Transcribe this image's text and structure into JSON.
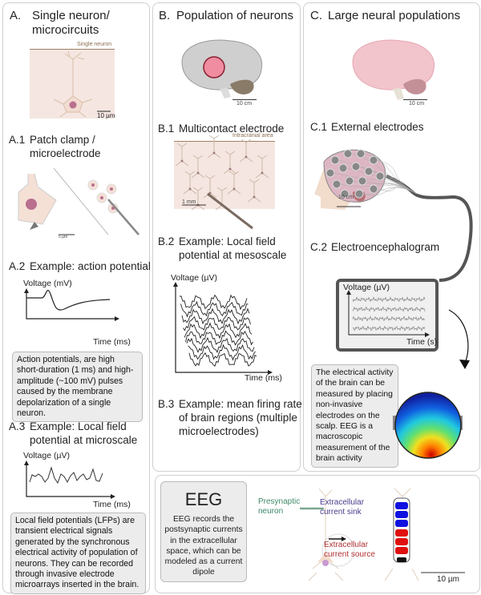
{
  "panel_a": {
    "label": "A.",
    "title_line1": "Single neuron/",
    "title_line2": "microcircuits",
    "image_caption": "Single neuron",
    "image_scale": "10 µm",
    "a1": {
      "label": "A.1",
      "title_line1": "Patch clamp /",
      "title_line2": "microelectrode",
      "scale": "5 µm"
    },
    "a2": {
      "label": "A.2",
      "title": "Example: action potential",
      "ylabel": "Voltage (mV)",
      "xlabel": "Time (ms)",
      "description": "Action potentials, are high short-duration (1 ms) and high-amplitude (~100 mV) pulses caused by the membrane depolarization of a single neuron."
    },
    "a3": {
      "label": "A.3",
      "title_line1": "Example: Local field",
      "title_line2": "potential at microscale",
      "ylabel": "Voltage (µV)",
      "xlabel": "Time (ms)",
      "description": "Local field potentials (LFPs) are transient electrical signals generated by the synchronous electrical activity of population of neurons. They can be recorded through invasive electrode microarrays inserted in the brain."
    }
  },
  "panel_b": {
    "label": "B.",
    "title": "Population of neurons",
    "brain_scale": "10 cm",
    "b1": {
      "label": "B.1",
      "title": "Multicontact electrode",
      "image_caption": "Intracranial area",
      "scale": "1 mm"
    },
    "b2": {
      "label": "B.2",
      "title_line1": "Example: Local field",
      "title_line2": "potential at mesoscale",
      "ylabel": "Voltage (µV)",
      "xlabel": "Time (ms)"
    },
    "b3": {
      "label": "B.3",
      "title_line1": "Example: mean firing rate",
      "title_line2": "of brain regions (multiple",
      "title_line3": "microelectrodes)"
    }
  },
  "panel_c": {
    "label": "C.",
    "title": "Large neural populations",
    "brain_scale": "10 cm",
    "c1": {
      "label": "C.1",
      "title": "External electrodes",
      "scale": "10 cm"
    },
    "c2": {
      "label": "C.2",
      "title": "Electroencephalogram",
      "ylabel": "Voltage (µV)",
      "xlabel": "Time (s)"
    },
    "description": "The electrical activity of the brain can be measured by placing non-invasive electrodes on the scalp. EEG is a macroscopic measurement of the brain activity"
  },
  "eeg_panel": {
    "title": "EEG",
    "description": "EEG records the postsynaptic currents in the extracellular space, which can be modeled as a current dipole",
    "presynaptic": "Presynaptic neuron",
    "sink": "Extracellular current sink",
    "source": "Extracellular current source",
    "scale": "10 µm",
    "colors": {
      "sink": "#4a3a8c",
      "source": "#b03030",
      "presynaptic": "#3f8a6a",
      "dipole_negative": "#1010e0",
      "dipole_positive": "#e01010"
    }
  }
}
